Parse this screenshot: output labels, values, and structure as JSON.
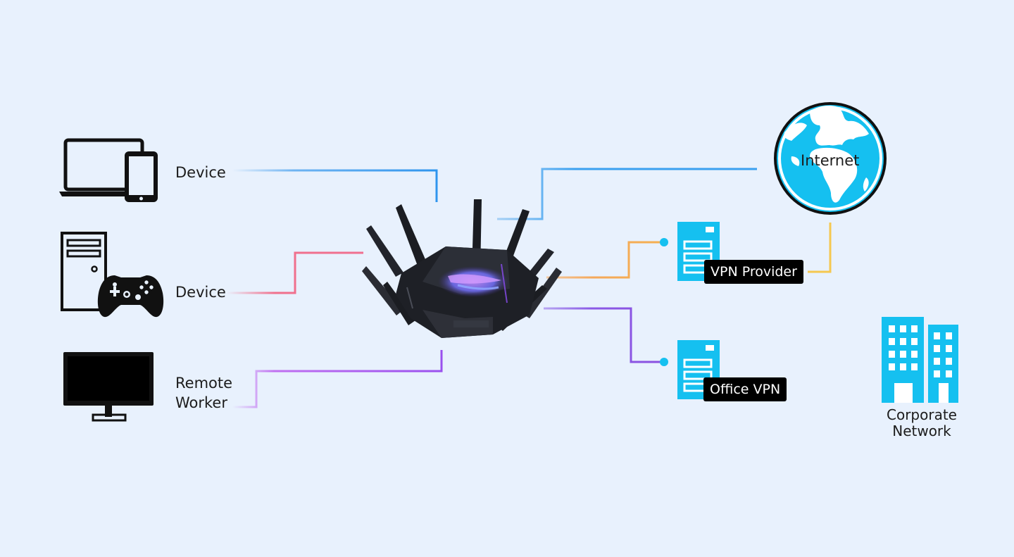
{
  "labels": {
    "device_1": "Device",
    "device_2": "Device",
    "remote_worker_line1": "Remote",
    "remote_worker_line2": "Worker",
    "internet": "Internet",
    "vpn_provider": "VPN Provider",
    "office_vpn": "Office VPN",
    "corporate_line1": "Corporate",
    "corporate_line2": "Network"
  },
  "icons": {
    "device_1": "laptop-tablet-icon",
    "device_2": "desktop-gamepad-icon",
    "remote_worker": "monitor-icon",
    "center": "router-icon",
    "internet": "globe-icon",
    "vpn_provider": "server-icon",
    "office_vpn": "server-icon",
    "corporate": "office-buildings-icon"
  },
  "colors": {
    "background": "#e8f1fd",
    "line_blue": "#3aa0f0",
    "line_pink": "#f0708c",
    "line_purple": "#a050ee",
    "line_orange": "#f5b050",
    "line_yellow": "#f5c850",
    "line_violet": "#8c50e0",
    "line_indigo": "#8878e8",
    "icon_cyan": "#15c0f0",
    "icon_black": "#111111"
  }
}
